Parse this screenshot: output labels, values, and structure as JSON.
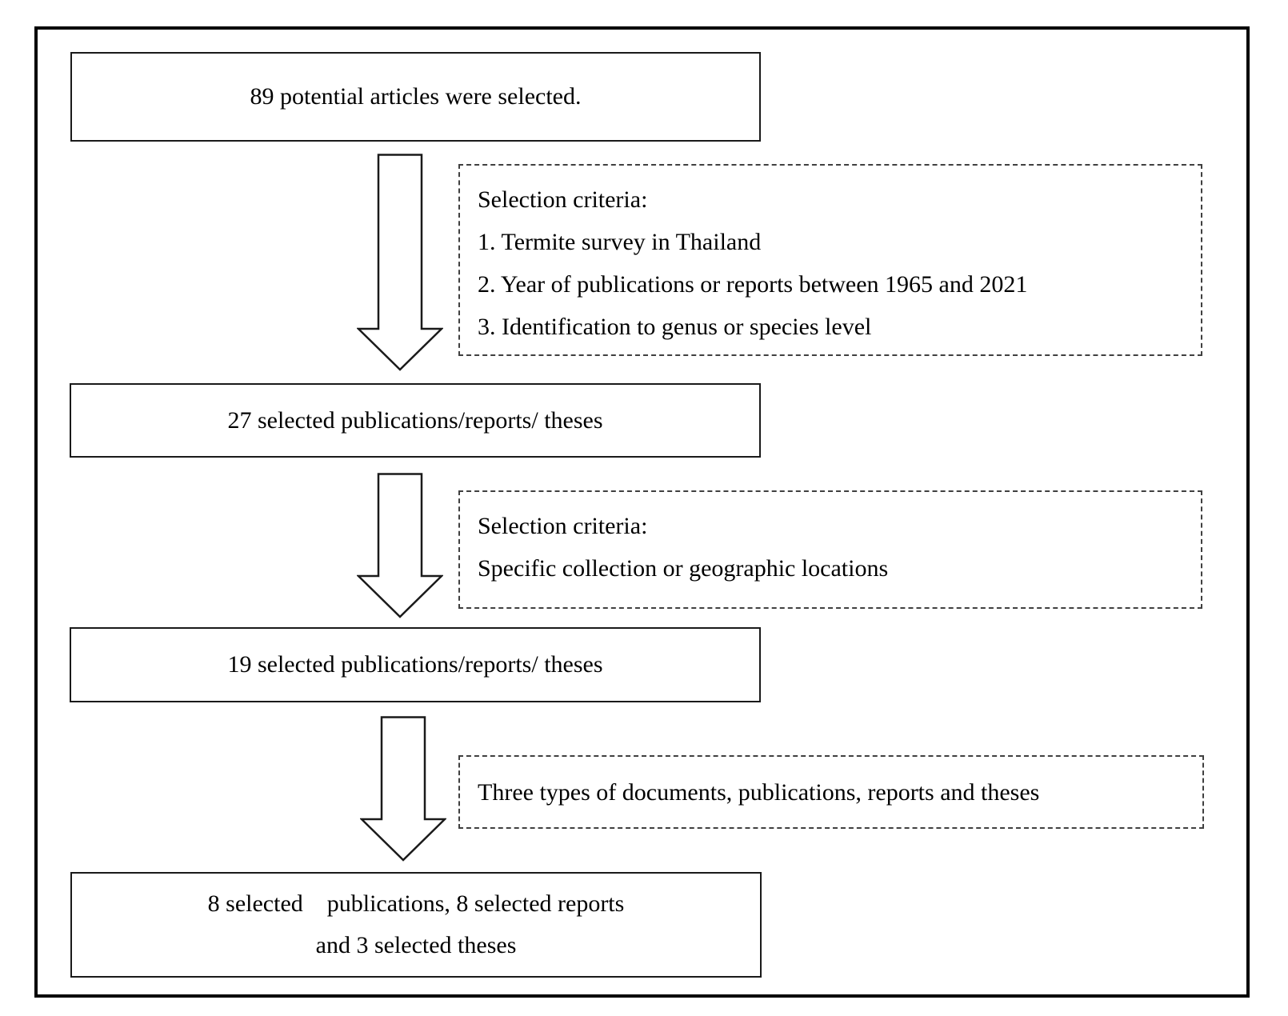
{
  "colors": {
    "background": "#ffffff",
    "outer_border": "#000000",
    "box_border": "#1a1a1a",
    "dashed_border": "#404040",
    "text": "#000000",
    "arrow_fill": "#ffffff",
    "arrow_stroke": "#1a1a1a"
  },
  "icons": {
    "down_arrow": "hollow-block-down-arrow"
  },
  "flow": {
    "box1": {
      "text": "89 potential articles were selected."
    },
    "criteria1": {
      "lines": [
        "Selection criteria:",
        "1. Termite survey in Thailand",
        "2. Year of publications or reports between 1965 and 2021",
        "3. Identification to genus or species level"
      ]
    },
    "box2": {
      "text": "27 selected publications/reports/ theses"
    },
    "criteria2": {
      "lines": [
        "Selection criteria:",
        "Specific collection or geographic locations"
      ]
    },
    "box3": {
      "text": "19 selected publications/reports/ theses"
    },
    "criteria3": {
      "lines": [
        "Three types of documents, publications, reports and theses"
      ]
    },
    "box4": {
      "lines": [
        "8 selected    publications, 8 selected reports",
        "and 3 selected theses"
      ]
    }
  }
}
